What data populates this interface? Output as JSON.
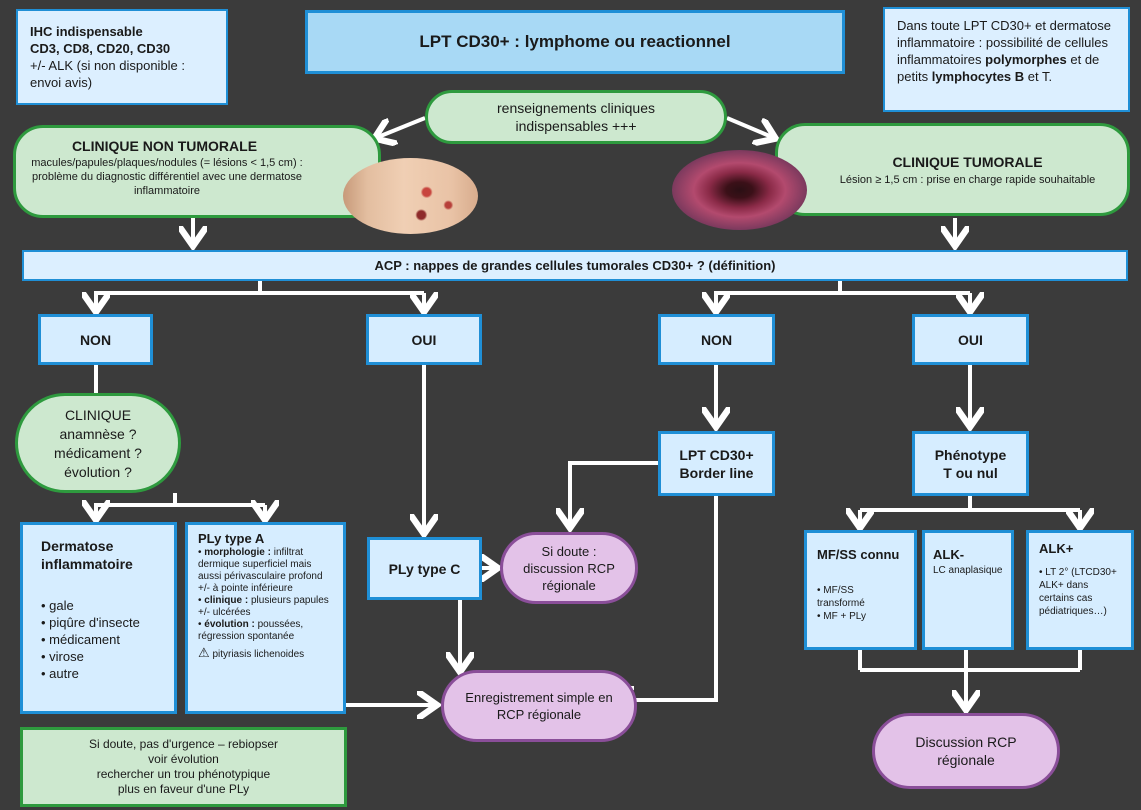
{
  "ihc": {
    "title1": "IHC indispensable",
    "title2": "CD3, CD8, CD20, CD30",
    "rest": "+/- ALK (si non disponible : envoi avis)"
  },
  "title": "LPT CD30+ : lymphome ou reactionnel",
  "note_top_right": {
    "p1": "Dans toute LPT CD30+ et dermatose inflammatoire : possibilité de cellules inflammatoires ",
    "b1": "polymorphes",
    "p2": " et de petits ",
    "b2": "lymphocytes B",
    "p3": " et T."
  },
  "renseignements": "renseignements cliniques indispensables +++",
  "clinique_non_tumorale": {
    "title": "CLINIQUE NON TUMORALE",
    "text": "macules/papules/plaques/nodules (= lésions < 1,5 cm) : problème du diagnostic différentiel avec une dermatose inflammatoire"
  },
  "clinique_tumorale": {
    "title": "CLINIQUE TUMORALE",
    "text": "Lésion ≥ 1,5 cm : prise en charge rapide souhaitable"
  },
  "acp": "ACP : nappes de grandes cellules tumorales CD30+ ? (définition)",
  "non": "NON",
  "oui": "OUI",
  "clinique_q": {
    "l1": "CLINIQUE",
    "l2": "anamnèse ?",
    "l3": "médicament ?",
    "l4": "évolution ?"
  },
  "dermatose": {
    "title": "Dermatose inflammatoire",
    "items": [
      "gale",
      "piqûre d'insecte",
      "médicament",
      "virose",
      "autre"
    ]
  },
  "ply_a": {
    "title": "PLy type A",
    "morph_label": "morphologie :",
    "morph_text": "infiltrat dermique superficiel mais aussi périvasculaire profond +/- à pointe inférieure",
    "clin_label": "clinique :",
    "clin_text": "plusieurs papules +/- ulcérées",
    "evol_label": "évolution :",
    "evol_text": "poussées, régression spontanée",
    "pityriasis": "pityriasis lichenoides"
  },
  "ply_c": "PLy type C",
  "si_doute_rcp": "Si doute : discussion RCP régionale",
  "border_line": {
    "l1": "LPT CD30+",
    "l2": "Border line"
  },
  "phenotype": {
    "l1": "Phénotype",
    "l2": "T ou nul"
  },
  "mfss": {
    "title": "MF/SS connu",
    "items": [
      "MF/SS transformé",
      "MF + PLy"
    ]
  },
  "alk_neg": {
    "title": "ALK-",
    "text": "LC anaplasique"
  },
  "alk_pos": {
    "title": "ALK+",
    "items": [
      "LT 2° (LTCD30+ ALK+ dans certains cas pédiatriques…)"
    ]
  },
  "enregistrement": "Enregistrement simple en RCP régionale",
  "discussion": "Discussion RCP régionale",
  "bottom_note": {
    "l1": "Si doute, pas d'urgence – rebiopser",
    "l2": "voir évolution",
    "l3": "rechercher un trou phénotypique",
    "l4": "plus en faveur d'une PLy"
  }
}
